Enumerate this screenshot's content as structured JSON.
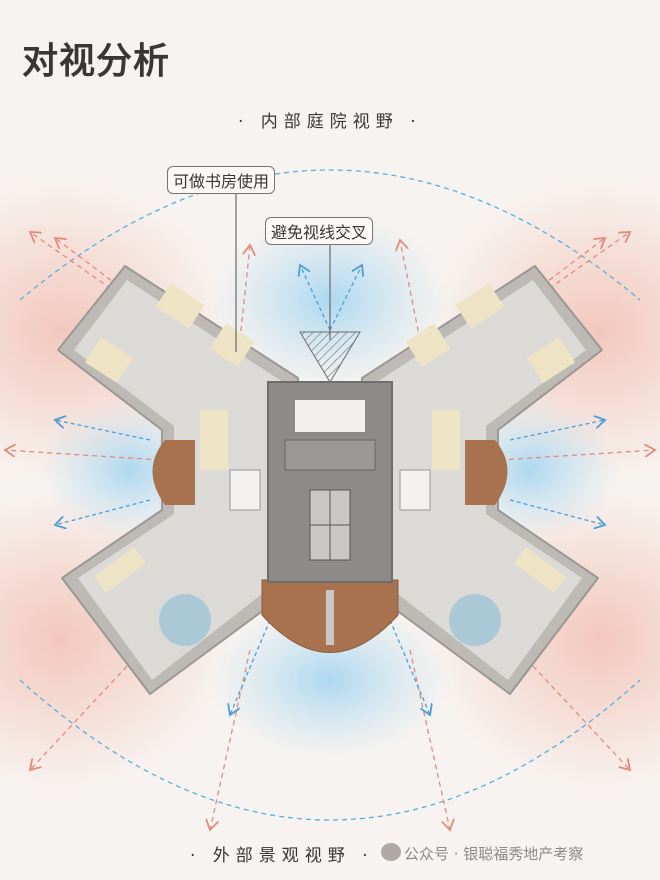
{
  "title": "对视分析",
  "labels": {
    "top_view": "· 内部庭院视野 ·",
    "bottom_view": "· 外部景观视野 ·",
    "study_callout": "可做书房使用",
    "avoid_callout": "避免视线交叉"
  },
  "watermark": "公众号 · 银聪福秀地产考察",
  "colors": {
    "background": "#f7f3f0",
    "pink_glow": "#f2c3b6",
    "blue_glow": "#bfe0f2",
    "red_arrow": "#e38a7c",
    "blue_arrow": "#4a9fd8",
    "wall": "#bdbab6",
    "floor": "#dcdad7",
    "core": "#8d8b89",
    "wood": "#a8724e",
    "furniture": "#efe3c6"
  }
}
